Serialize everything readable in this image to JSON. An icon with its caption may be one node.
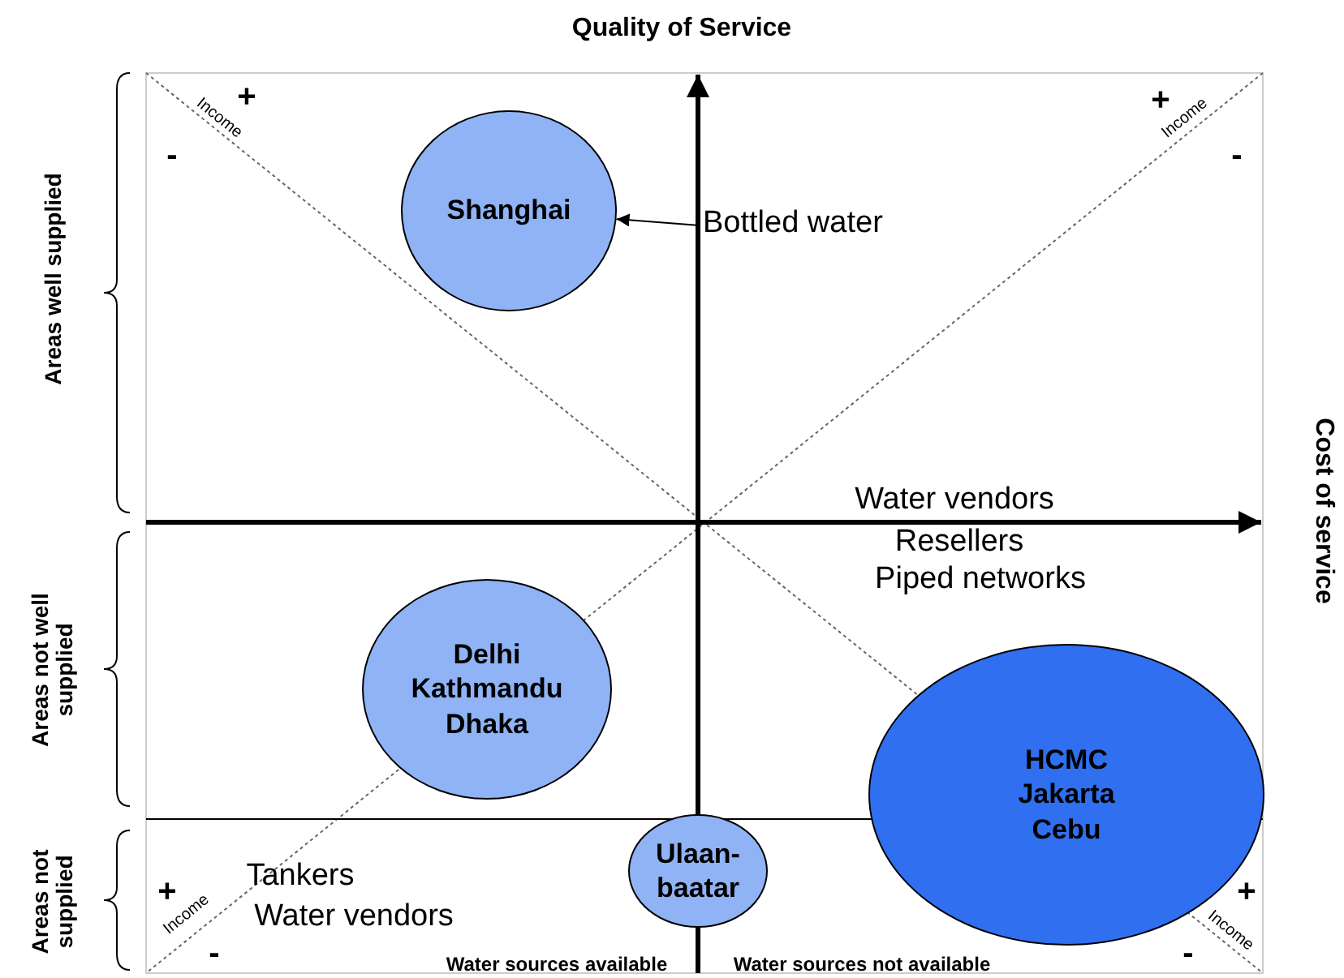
{
  "diagram": {
    "nodes": [
      {
        "text": [
          "Shanghai"
        ]
      },
      {
        "text": [
          "Bottled water"
        ]
      },
      {
        "text": [
          "Delhi Kathmandu Dhaka"
        ]
      },
      {
        "text": [
          "HCMC Jakarta Cebu"
        ]
      },
      {
        "text": [
          "Ulaan-baatar"
        ]
      }
    ],
    "edges": [
      {
        "from": 1,
        "to": 0,
        "arrow": "to"
      }
    ],
    "labels": [
      "Quality of Service",
      "+",
      "Income",
      "-",
      "+",
      "Income",
      "-",
      "Areas well supplied",
      "Cost of service",
      "Water vendors",
      "Resellers",
      "Piped networks",
      "Areas not well supplied",
      "Areas not supplied",
      "+",
      "Tankers",
      "Water vendors",
      "Income",
      "-",
      "+",
      "-",
      "Income",
      "Water sources available",
      "Water sources not available"
    ]
  }
}
